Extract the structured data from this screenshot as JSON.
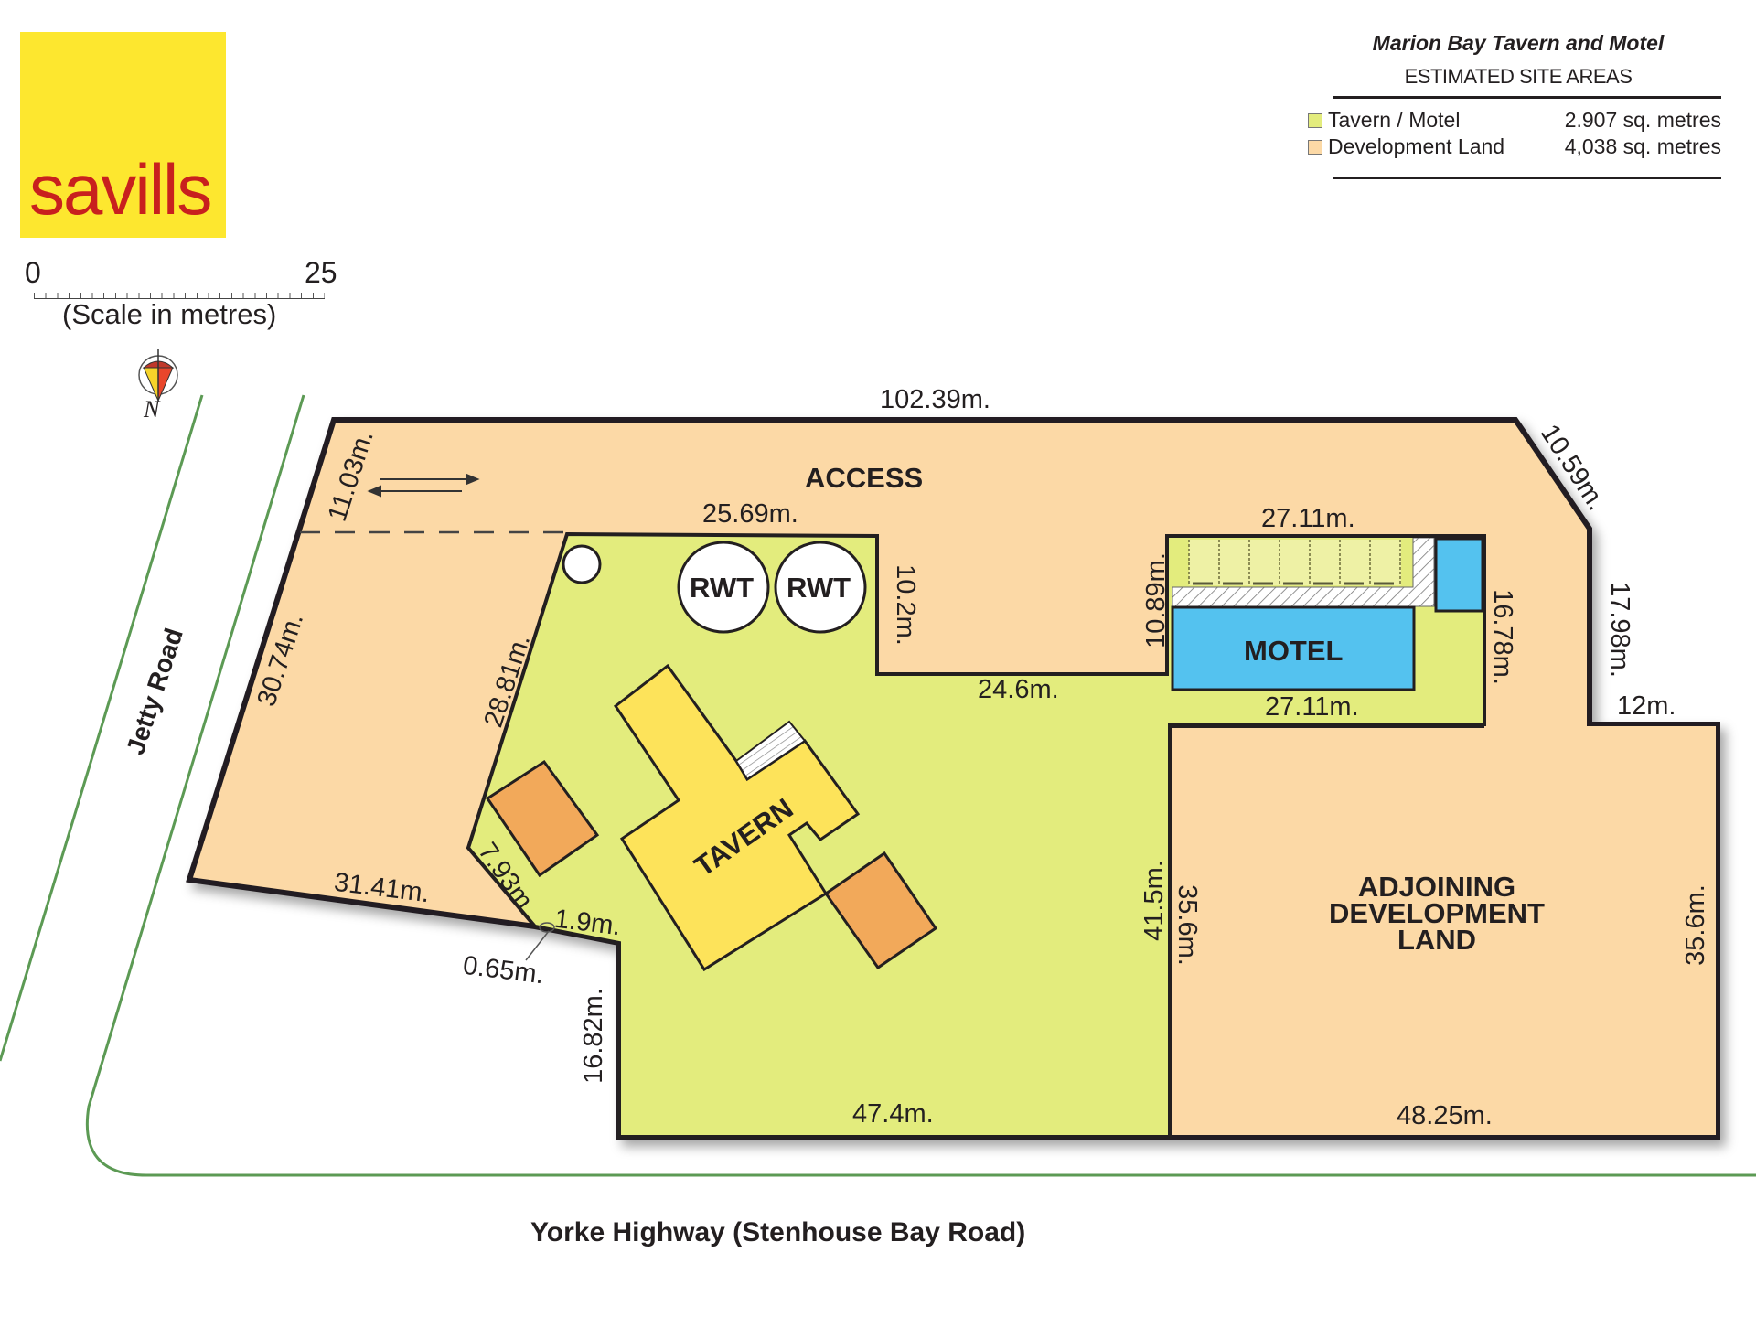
{
  "logo": {
    "text": "savills",
    "bg_color": "#fde72f",
    "text_color": "#c8201e"
  },
  "legend": {
    "title": "Marion Bay Tavern and Motel",
    "subtitle": "ESTIMATED SITE AREAS",
    "rows": [
      {
        "label": "Tavern / Motel",
        "value": "2.907 sq. metres",
        "color": "#e3ec7d"
      },
      {
        "label": "Development Land",
        "value": "4,038 sq. metres",
        "color": "#fcd9a6"
      }
    ]
  },
  "scale": {
    "start": "0",
    "end": "25",
    "caption": "(Scale in metres)"
  },
  "north": {
    "label": "N"
  },
  "roads": {
    "jetty": "Jetty Road",
    "yorke": "Yorke Highway (Stenhouse Bay Road)"
  },
  "areas": {
    "access": "ACCESS",
    "tavern": "TAVERN",
    "motel": "MOTEL",
    "rwt1": "RWT",
    "rwt2": "RWT",
    "adjoining_l1": "ADJOINING",
    "adjoining_l2": "DEVELOPMENT",
    "adjoining_l3": "LAND"
  },
  "dimensions": {
    "top": "102.39m.",
    "top_right_diag": "10.59m.",
    "right_upper": "17.98m.",
    "right_step": "12m.",
    "right_lower": "35.6m.",
    "bottom_right": "48.25m.",
    "bottom_mid": "47.4m.",
    "left_lower_vert": "16.82m.",
    "small_offset": "0.65m.",
    "small_step": "1.9m.",
    "diag_small": "7.93m.",
    "bottom_left": "31.41m.",
    "left_edge": "30.74m.",
    "left_top": "11.03m.",
    "tavern_top": "25.69m.",
    "tavern_left": "28.81m.",
    "notch_left": "10.2m.",
    "notch_bottom": "24.6m.",
    "notch_right": "10.89m.",
    "motel_top": "27.11m.",
    "motel_bottom": "27.11m.",
    "motel_right": "16.78m.",
    "tavern_east": "41.5m.",
    "adjoining_west": "35.6m."
  },
  "colors": {
    "development": "#fcd9a6",
    "tavern_site": "#e3ec7d",
    "tavern_building": "#fde35a",
    "outbuilding": "#f2a95a",
    "motel": "#54c2ef",
    "road_line": "#5c9a54",
    "boundary": "#231f20"
  }
}
